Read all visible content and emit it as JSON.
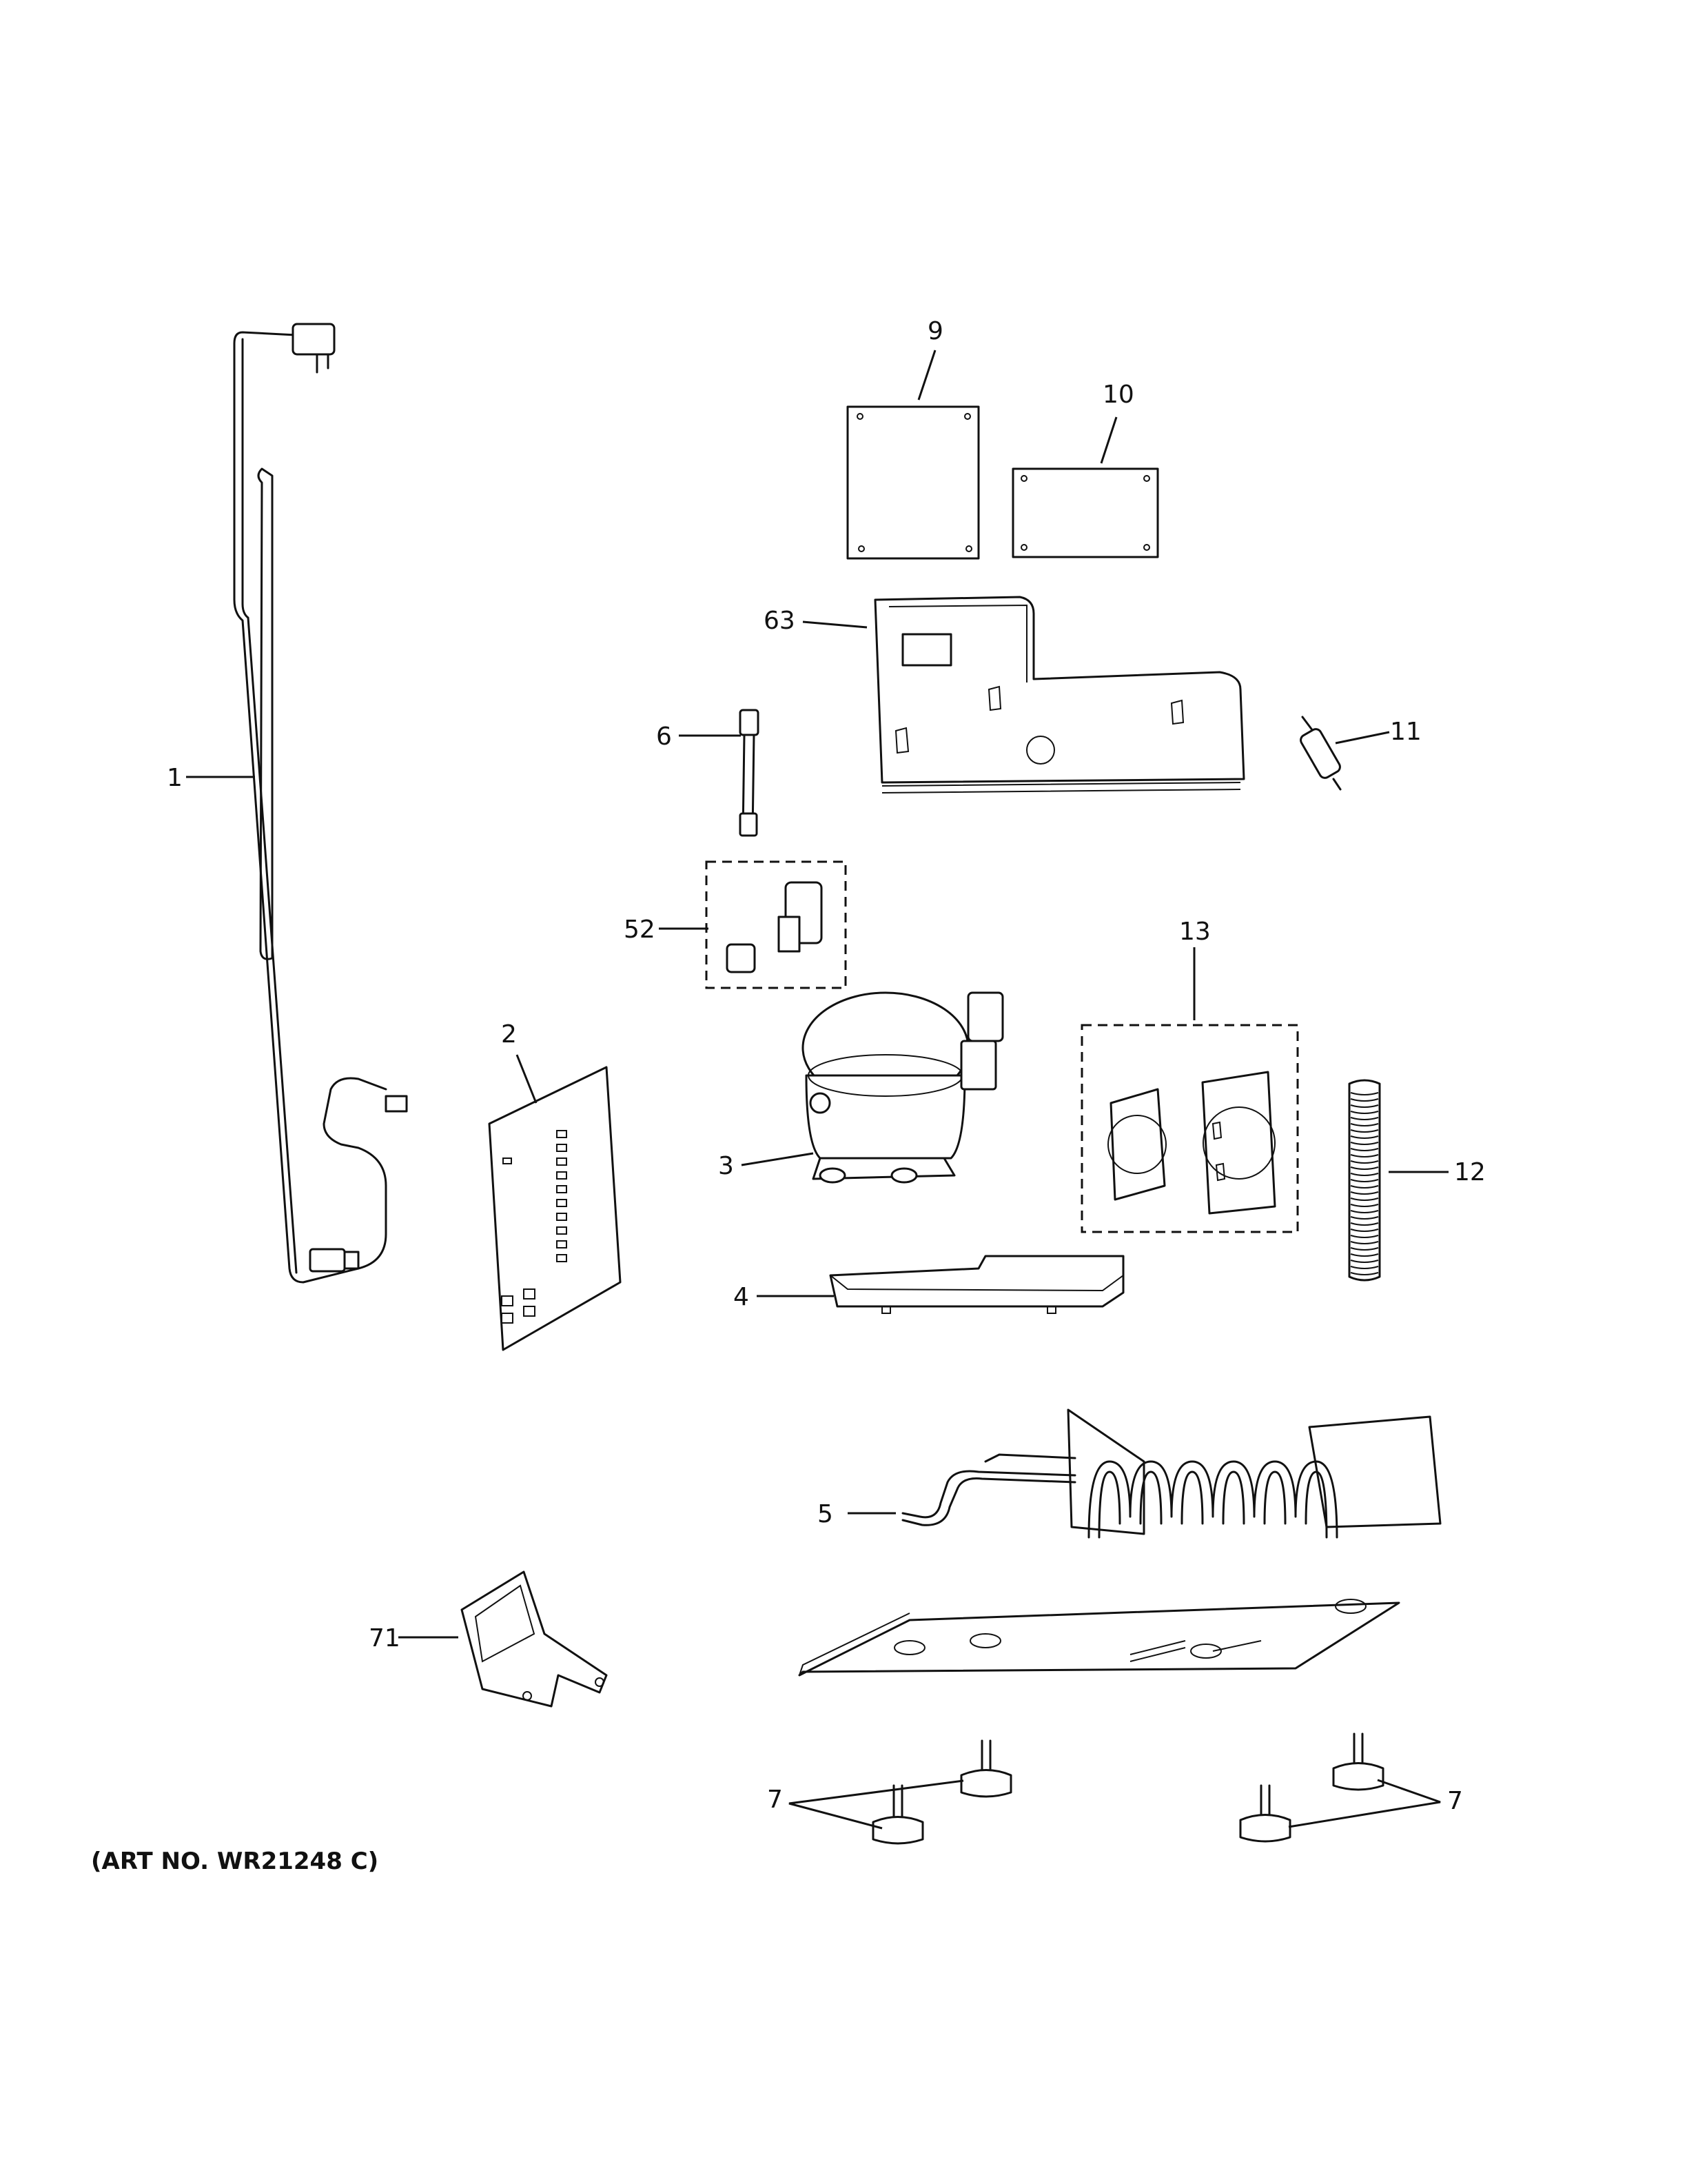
{
  "callouts": {
    "c1": "1",
    "c2": "2",
    "c3": "3",
    "c4": "4",
    "c5": "5",
    "c6": "6",
    "c7a": "7",
    "c7b": "7",
    "c9": "9",
    "c10": "10",
    "c11": "11",
    "c12": "12",
    "c13": "13",
    "c52": "52",
    "c63": "63",
    "c71": "71"
  },
  "art_number": "(ART NO. WR21248 C)"
}
